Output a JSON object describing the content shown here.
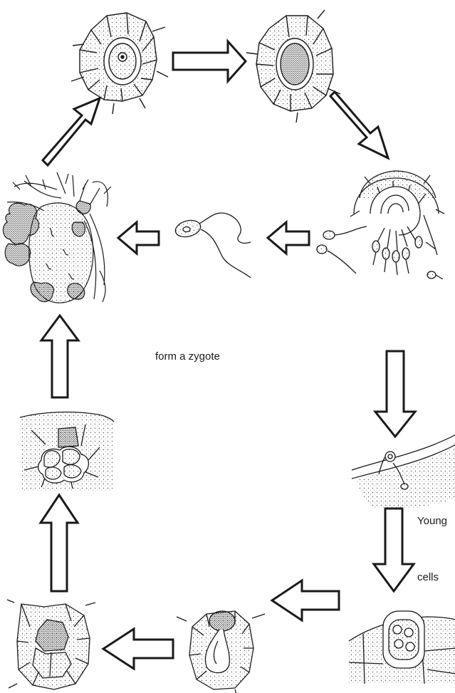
{
  "labels": {
    "zygote": "form a zygote",
    "young": "Young",
    "cells": "cells"
  },
  "colors": {
    "ink": "#1a1a1a",
    "stipple": "#555555",
    "background": "#ffffff"
  },
  "stages": [
    {
      "id": "stage-gametangium-cell"
    },
    {
      "id": "stage-maturing-gametangium"
    },
    {
      "id": "stage-zoospore-release"
    },
    {
      "id": "stage-biflagellate-zoospore"
    },
    {
      "id": "stage-tuber-with-galls"
    },
    {
      "id": "stage-host-infection"
    },
    {
      "id": "stage-zoosporangium-cells"
    },
    {
      "id": "stage-germinating-cell"
    },
    {
      "id": "stage-dividing-cell"
    },
    {
      "id": "stage-sporangial-sorus"
    }
  ]
}
